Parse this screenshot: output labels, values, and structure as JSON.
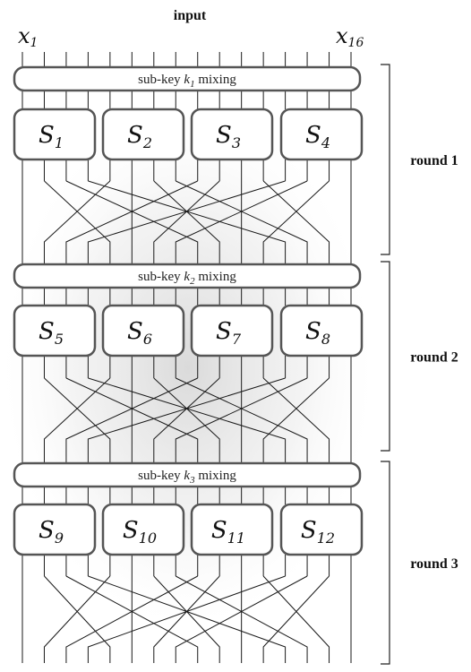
{
  "header": {
    "title": "input",
    "first_input": {
      "base": "x",
      "sub": "1"
    },
    "last_input": {
      "base": "x",
      "sub": "16"
    }
  },
  "rounds": [
    {
      "label": "round 1",
      "mixing": {
        "prefix": "sub-key ",
        "key_base": "k",
        "key_sub": "1",
        "suffix": " mixing"
      },
      "sboxes": [
        {
          "base": "S",
          "sub": "1"
        },
        {
          "base": "S",
          "sub": "2"
        },
        {
          "base": "S",
          "sub": "3"
        },
        {
          "base": "S",
          "sub": "4"
        }
      ]
    },
    {
      "label": "round 2",
      "mixing": {
        "prefix": "sub-key ",
        "key_base": "k",
        "key_sub": "2",
        "suffix": " mixing"
      },
      "sboxes": [
        {
          "base": "S",
          "sub": "5"
        },
        {
          "base": "S",
          "sub": "6"
        },
        {
          "base": "S",
          "sub": "7"
        },
        {
          "base": "S",
          "sub": "8"
        }
      ]
    },
    {
      "label": "round 3",
      "mixing": {
        "prefix": "sub-key ",
        "key_base": "k",
        "key_sub": "3",
        "suffix": " mixing"
      },
      "sboxes": [
        {
          "base": "S",
          "sub": "9"
        },
        {
          "base": "S",
          "sub": "10"
        },
        {
          "base": "S",
          "sub": "11"
        },
        {
          "base": "S",
          "sub": "12"
        }
      ]
    }
  ],
  "wire_count": 16,
  "permutation": [
    0,
    4,
    8,
    12,
    1,
    5,
    9,
    13,
    2,
    6,
    10,
    14,
    3,
    7,
    11,
    15
  ],
  "colors": {
    "box_border": "#555555",
    "wire": "#1a1a1a",
    "glow": "#d8d8d8"
  }
}
